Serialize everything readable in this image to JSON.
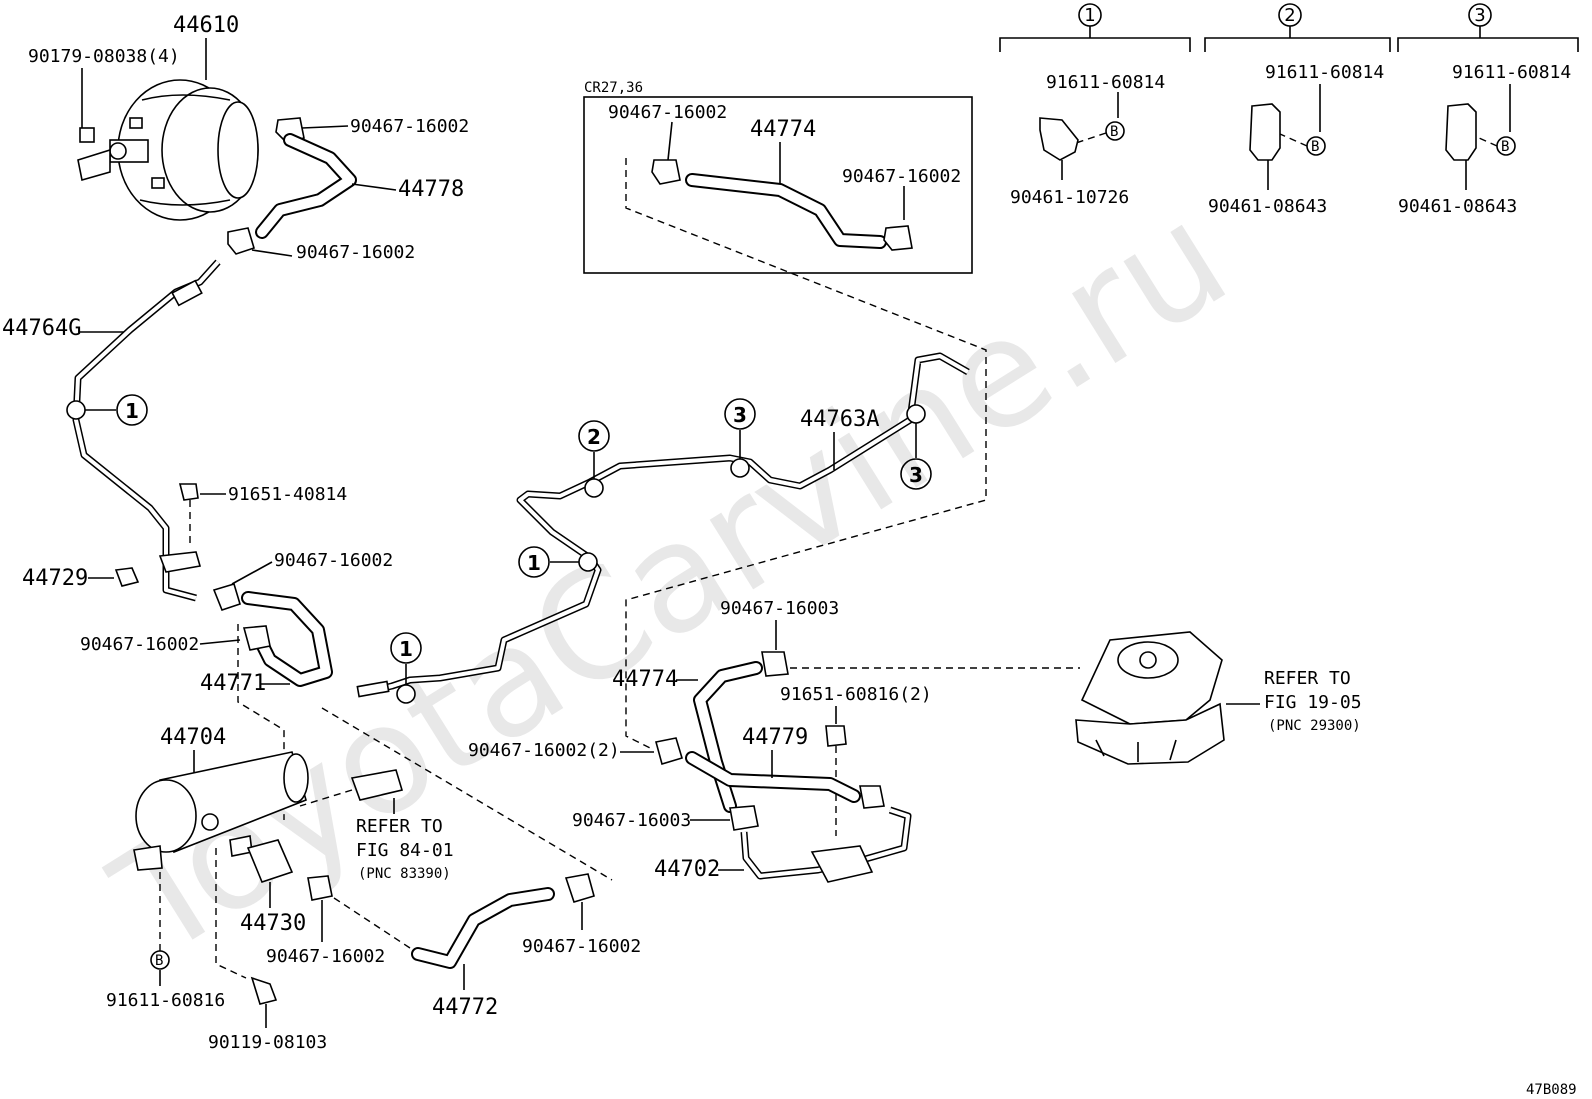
{
  "diagram": {
    "watermark": "ToyotaCarvine.ru",
    "figure_code": "47B089",
    "inset_variant": "CR27,36",
    "groups": [
      {
        "marker": "1",
        "bolt": "91611-60814",
        "clamp": "90461-10726"
      },
      {
        "marker": "2",
        "bolt": "91611-60814",
        "clamp": "90461-08643"
      },
      {
        "marker": "3",
        "bolt": "91611-60814",
        "clamp": "90461-08643"
      }
    ],
    "labels": {
      "booster": "44610",
      "booster_bolt": "90179-08038(4)",
      "clip_booster": "90467-16002",
      "hose_booster": "44778",
      "clip_booster_lower": "90467-16002",
      "tube_left": "44764G",
      "inset_clip_left": "90467-16002",
      "inset_hose": "44774",
      "inset_clip_right": "90467-16002",
      "tube_main": "44763A",
      "bolt_bracket": "91651-40814",
      "grommet": "44729",
      "clip_hose_upper": "90467-16002",
      "clip_hose_lower": "90467-16002",
      "hose_left": "44771",
      "tank": "44704",
      "refer1_line1": "REFER TO",
      "refer1_line2": "FIG 84-01",
      "refer1_line3": "(PNC 83390)",
      "vsv": "44730",
      "clip_vsv": "90467-16002",
      "bolt_tank": "91611-60816",
      "screw_tank": "90119-08103",
      "hose_bottom": "44772",
      "clip_bottom": "90467-16002",
      "clip_pump": "90467-16003",
      "hose_pump": "44774",
      "bolt_pump_bracket": "91651-60816(2)",
      "clip_pair": "90467-16002(2)",
      "hose_pump_lower": "44779",
      "clip_pump_lower": "90467-16003",
      "tube_pump": "44702",
      "refer2_line1": "REFER TO",
      "refer2_line2": "FIG 19-05",
      "refer2_line3": "(PNC 29300)"
    },
    "markers": {
      "m_left_1": "1",
      "m_center_1a": "1",
      "m_center_1b": "1",
      "m_center_2": "2",
      "m_center_3a": "3",
      "m_center_3b": "3"
    }
  }
}
